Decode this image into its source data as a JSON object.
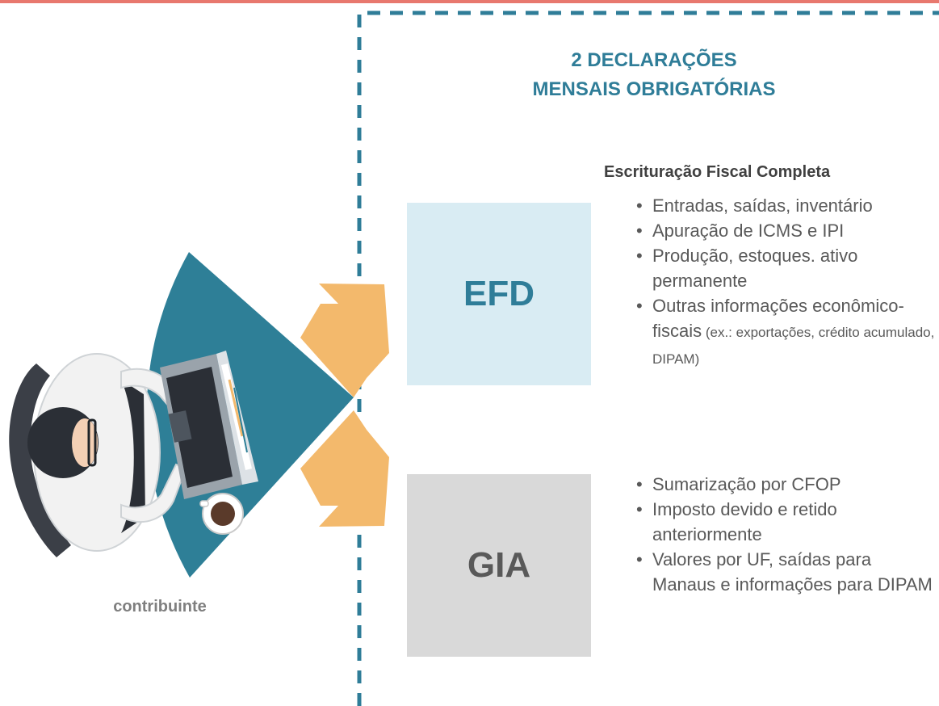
{
  "title": {
    "line1": "2 DECLARAÇÕES",
    "line2": "MENSAIS OBRIGATÓRIAS"
  },
  "boxes": {
    "efd": "EFD",
    "gia": "GIA"
  },
  "contribuinte_label": "contribuinte",
  "efd_details": {
    "heading": "Escrituração Fiscal Completa",
    "items": [
      "Entradas, saídas, inventário",
      "Apuração de ICMS e IPI",
      "Produção, estoques. ativo permanente"
    ],
    "item4_main": "Outras informações econômico-fiscais",
    "item4_small": " (ex.: exportações, crédito acumulado, DIPAM)"
  },
  "gia_details": {
    "items": [
      "Sumarização por CFOP",
      "Imposto devido e retido anteriormente",
      "Valores por UF, saídas para Manaus e informações para DIPAM"
    ]
  },
  "colors": {
    "accent_blue": "#2f7d98",
    "desk_teal": "#2e7f97",
    "arrow_orange": "#f3b96c",
    "efd_box": "#d9ecf3",
    "gia_box": "#d9d9d9",
    "top_rule": "#e8786e"
  }
}
